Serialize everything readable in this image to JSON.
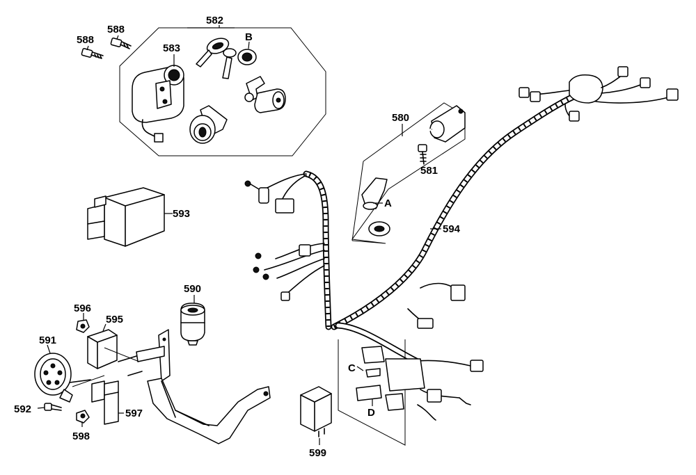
{
  "labels": {
    "p580": "580",
    "p581": "581",
    "p582": "582",
    "p583": "583",
    "p588a": "588",
    "p588b": "588",
    "p590": "590",
    "p591": "591",
    "p592": "592",
    "p593": "593",
    "p594": "594",
    "p595": "595",
    "p596": "596",
    "p597": "597",
    "p598": "598",
    "p599": "599",
    "refA": "A",
    "refB": "B",
    "refC": "C",
    "refD": "D"
  }
}
